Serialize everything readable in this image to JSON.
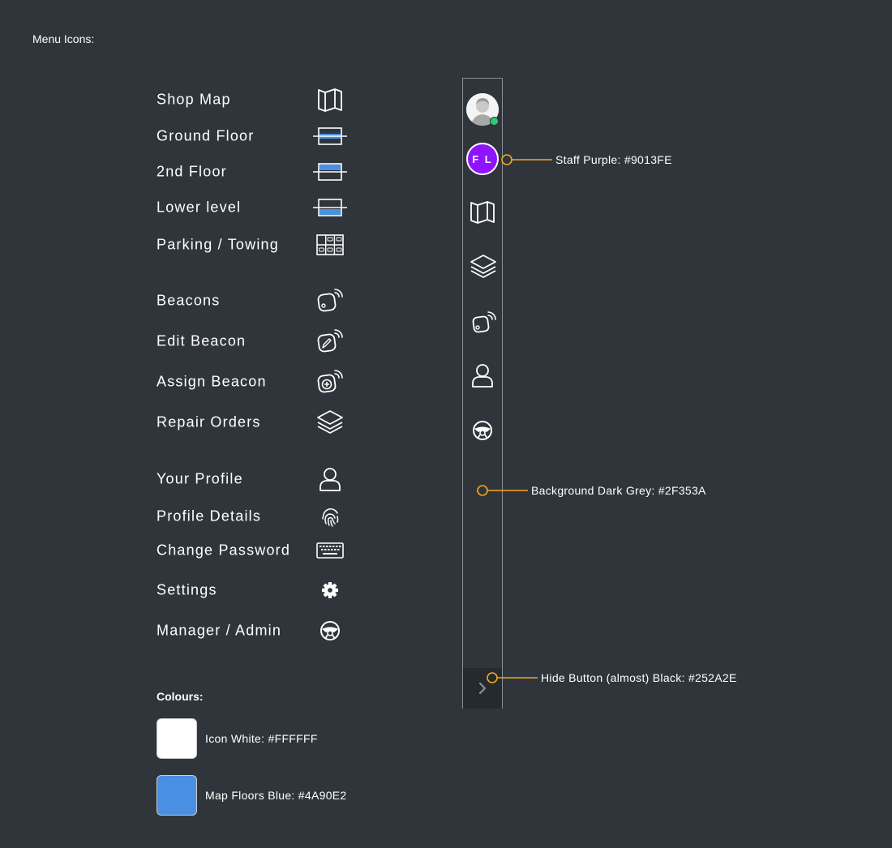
{
  "headings": {
    "menu_icons": "Menu Icons:",
    "colours": "Colours:"
  },
  "menu_items": [
    {
      "label": "Shop Map",
      "icon": "map-icon"
    },
    {
      "label": "Ground Floor",
      "icon": "floor-ground-icon"
    },
    {
      "label": "2nd Floor",
      "icon": "floor-second-icon"
    },
    {
      "label": "Lower level",
      "icon": "floor-lower-icon"
    },
    {
      "label": "Parking / Towing",
      "icon": "parking-grid-icon"
    },
    {
      "label": "Beacons",
      "icon": "beacon-icon"
    },
    {
      "label": "Edit Beacon",
      "icon": "edit-beacon-icon"
    },
    {
      "label": "Assign Beacon",
      "icon": "assign-beacon-icon"
    },
    {
      "label": "Repair Orders",
      "icon": "layers-icon"
    },
    {
      "label": "Your Profile",
      "icon": "user-icon"
    },
    {
      "label": "Profile Details",
      "icon": "fingerprint-icon"
    },
    {
      "label": "Change Password",
      "icon": "keyboard-icon"
    },
    {
      "label": "Settings",
      "icon": "gear-icon"
    },
    {
      "label": "Manager / Admin",
      "icon": "steering-wheel-icon"
    }
  ],
  "sidebar": {
    "avatar_icon": "user-avatar-icon",
    "staff_initials": "F L",
    "buttons": [
      "map-icon",
      "layers-icon",
      "beacon-icon",
      "user-icon",
      "steering-wheel-icon"
    ],
    "hide_icon": "chevron-right-icon"
  },
  "callouts": {
    "staff_purple": "Staff Purple: #9013FE",
    "background": "Background Dark Grey: #2F353A",
    "hide_button": "Hide Button (almost) Black: #252A2E"
  },
  "swatches": [
    {
      "label": "Icon White: #FFFFFF",
      "color": "#FFFFFF"
    },
    {
      "label": "Map Floors Blue: #4A90E2",
      "color": "#4A90E2"
    }
  ],
  "colors": {
    "background": "#2F353A",
    "staff_purple": "#9013FE",
    "hide_button": "#252A2E",
    "icon_white": "#FFFFFF",
    "map_floors_blue": "#4A90E2",
    "callout": "#F5A623",
    "online": "#2ECC71"
  }
}
